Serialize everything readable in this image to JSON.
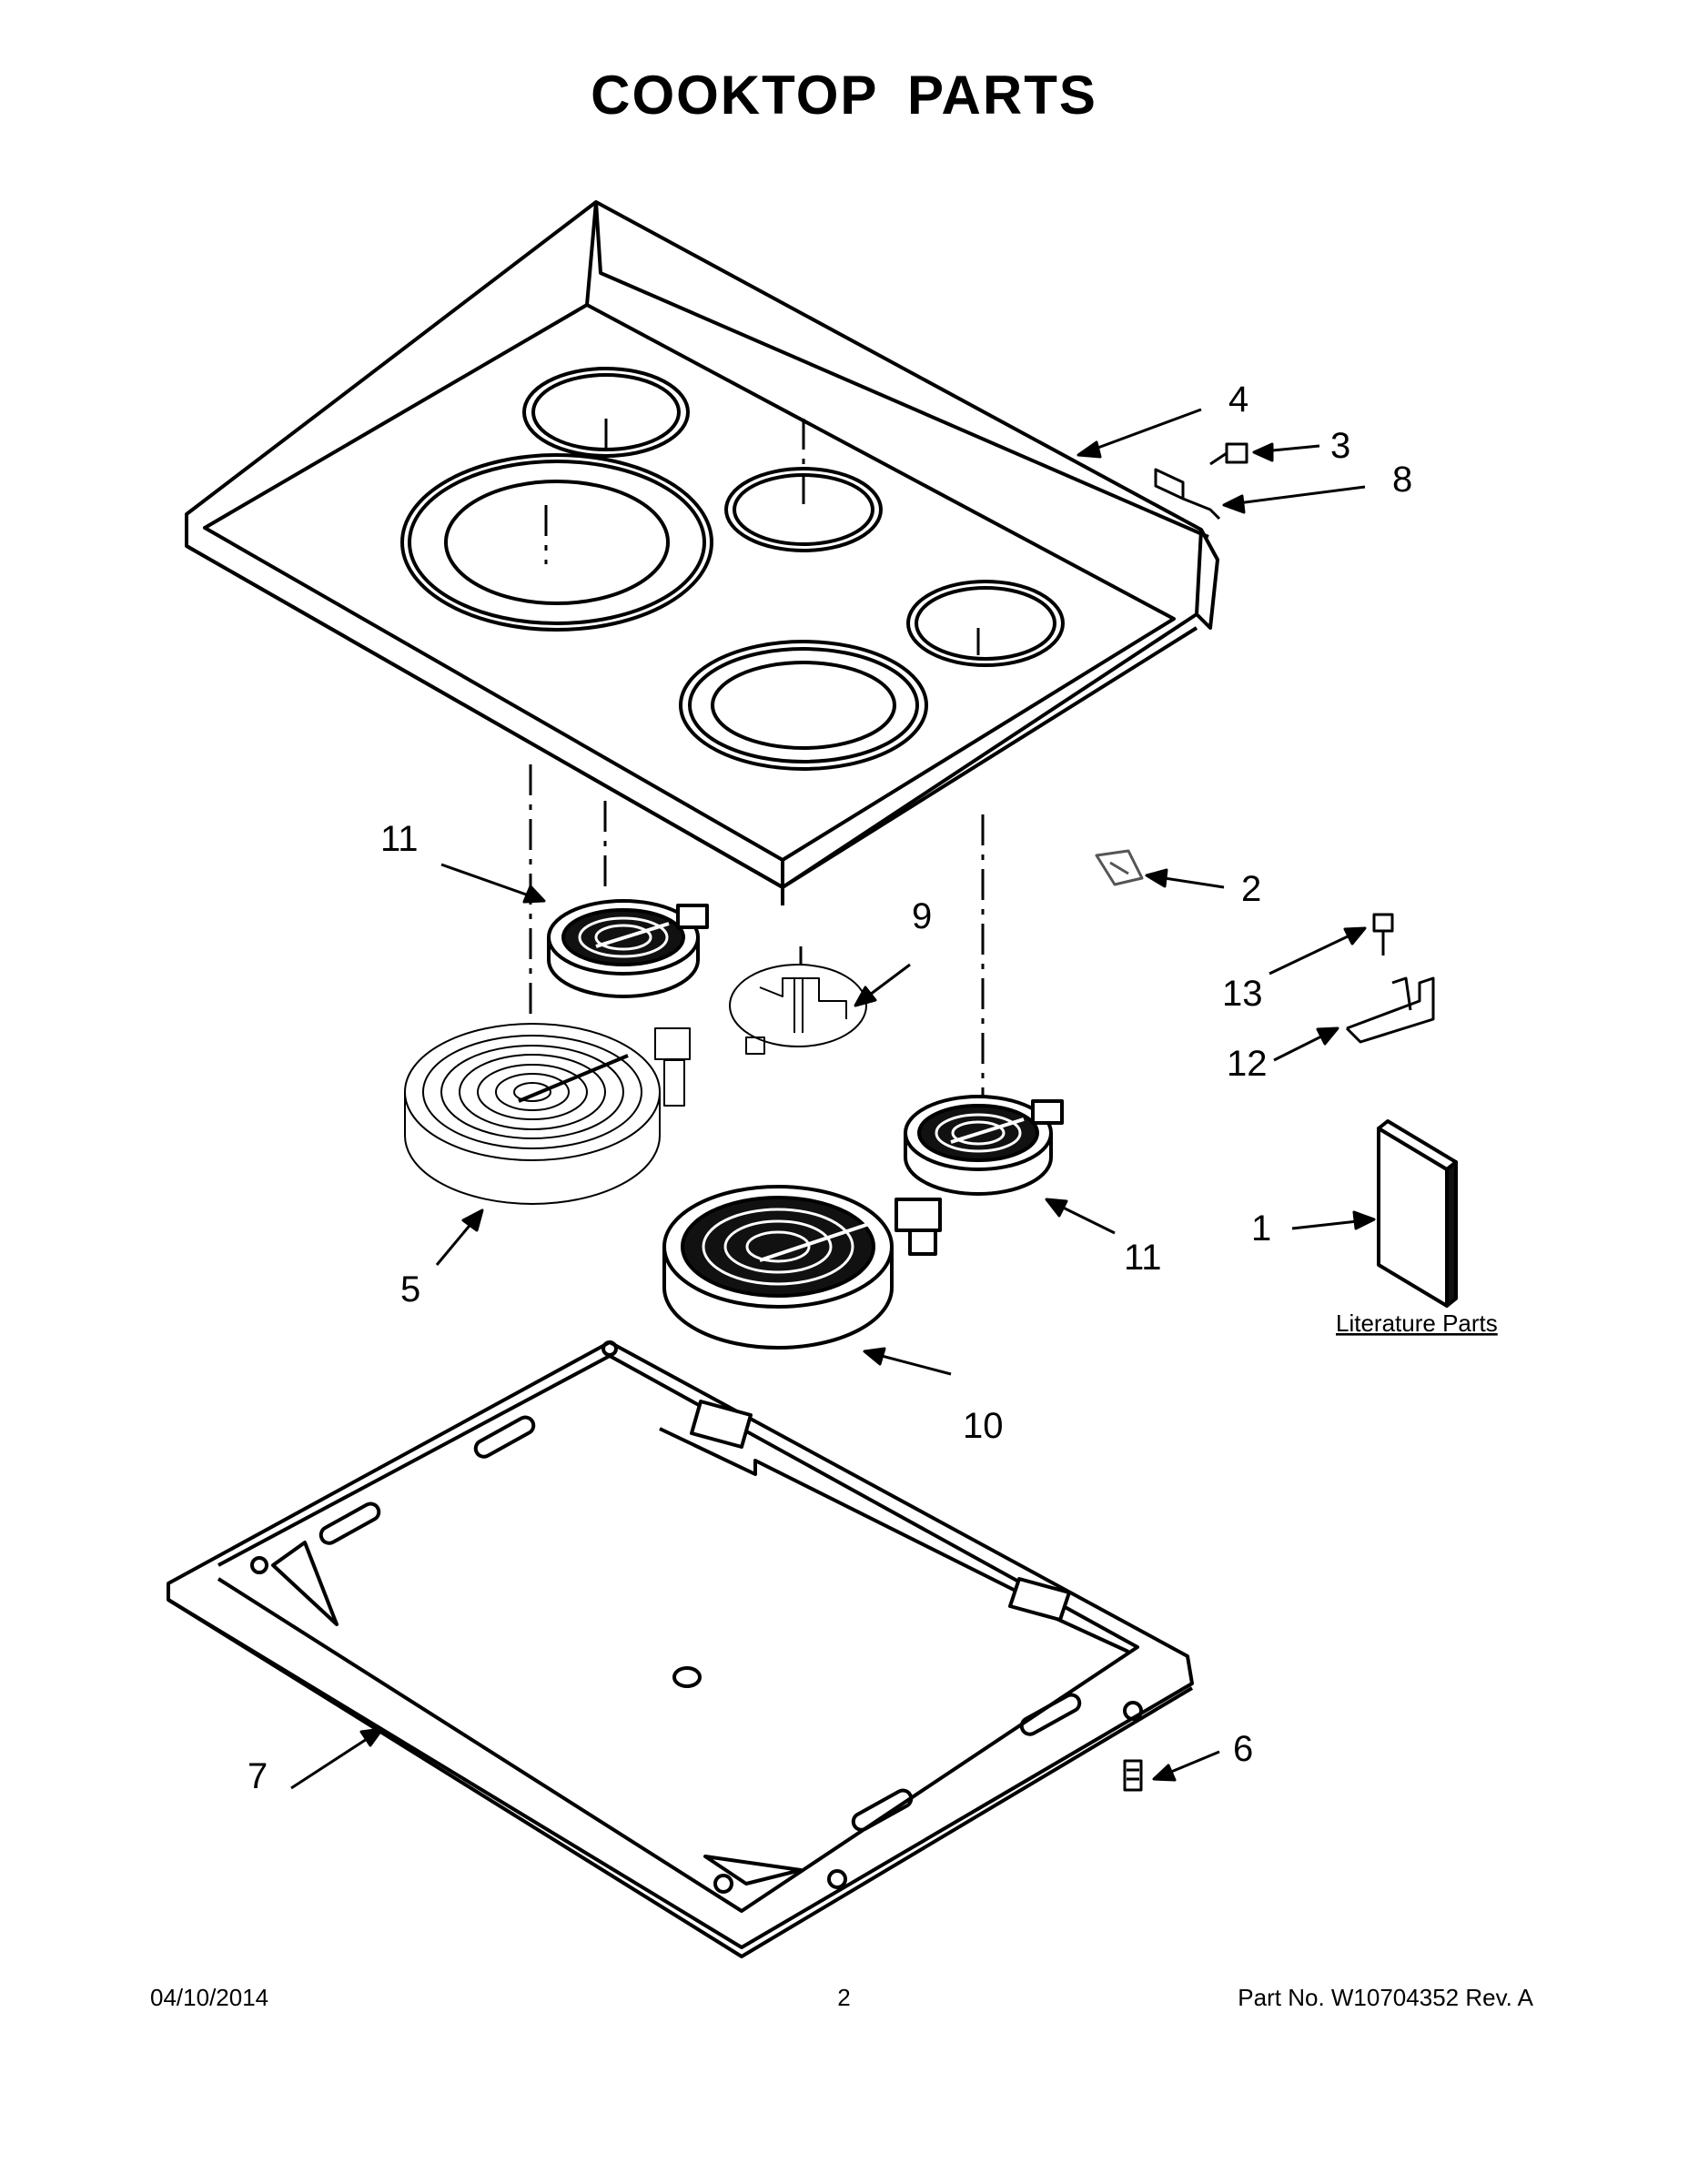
{
  "title": "COOKTOP PARTS",
  "callouts": {
    "c1": "1",
    "c2": "2",
    "c3": "3",
    "c4": "4",
    "c5": "5",
    "c6": "6",
    "c7": "7",
    "c8": "8",
    "c9": "9",
    "c10": "10",
    "c11a": "11",
    "c11b": "11",
    "c12": "12",
    "c13": "13"
  },
  "literature_label": "Literature Parts",
  "footer": {
    "date": "04/10/2014",
    "page": "2",
    "part_no": "Part No.  W10704352  Rev.  A"
  }
}
